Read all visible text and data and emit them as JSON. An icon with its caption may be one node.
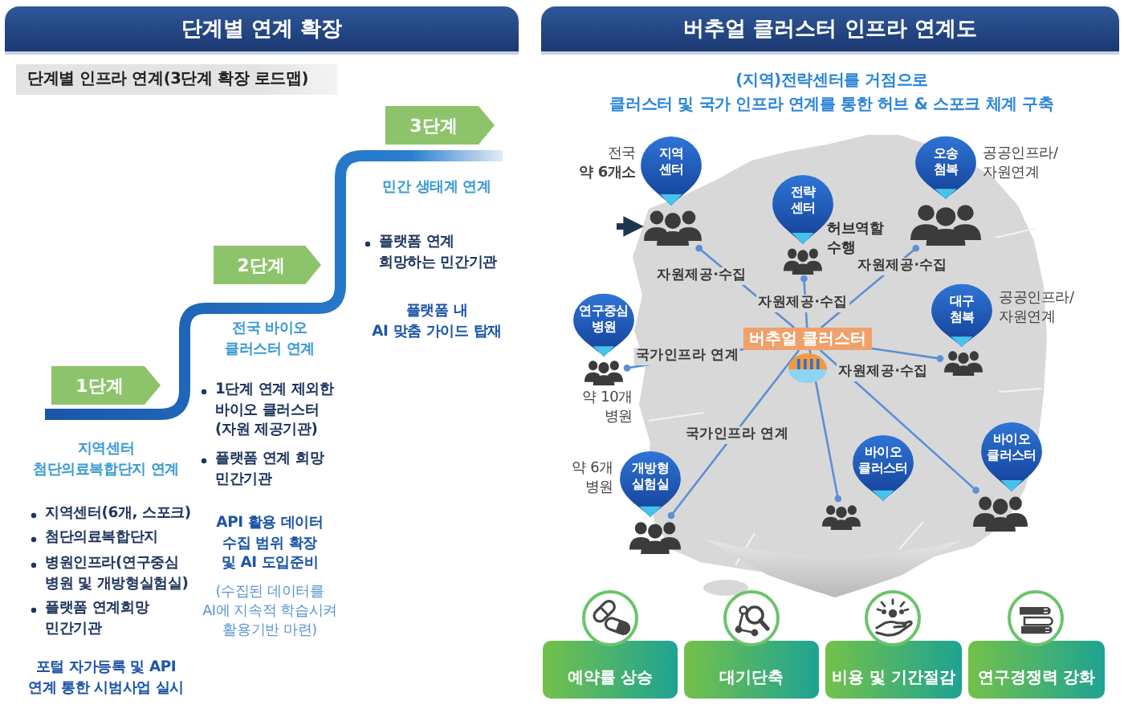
{
  "diagram": {
    "nodes": [
      {
        "text": [
          "단계별 연계 확장"
        ]
      },
      {
        "text": [
          "단계별 인프라 연계(3단계 확장 로드맵)"
        ]
      },
      {
        "text": [
          "1단계"
        ]
      },
      {
        "text": [
          "2단계"
        ]
      },
      {
        "text": [
          "3단계"
        ]
      },
      {
        "text": [
          "버추얼 클러스터 인프라 연계도"
        ]
      },
      {
        "text": [
          "지역 센터"
        ],
        "beside": [
          "전국 **약 6개소**"
        ]
      },
      {
        "text": [],
        "shape": "person"
      },
      {
        "text": [
          "전략 센터"
        ],
        "beside": [
          "허브역할 수행"
        ]
      },
      {
        "text": [],
        "shape": "person"
      },
      {
        "text": [
          "오송 첨복"
        ],
        "beside": [
          "공공인프라/ 자원연계"
        ]
      },
      {
        "text": [],
        "shape": "person"
      },
      {
        "text": [
          "연구중심 병원"
        ]
      },
      {
        "text": [],
        "shape": "person",
        "beside": [
          "약 10개 병원"
        ]
      },
      {
        "text": [
          "버추얼 클러스터"
        ]
      },
      {
        "text": [
          "대구 첨복"
        ],
        "beside": [
          "공공인프라/ 자원연계"
        ]
      },
      {
        "text": [],
        "shape": "person"
      },
      {
        "text": [
          "개방형 실험실"
        ],
        "beside": [
          "약 6개 병원"
        ]
      },
      {
        "text": [],
        "shape": "person"
      },
      {
        "text": [
          "바이오 클러스터"
        ]
      },
      {
        "text": [],
        "shape": "person"
      },
      {
        "text": [
          "바이오 클러스터"
        ]
      },
      {
        "text": [],
        "shape": "person"
      },
      {
        "text": [
          "예약률 상승"
        ]
      },
      {
        "text": [
          "대기단축"
        ]
      },
      {
        "text": [
          "비용 및 기간절감"
        ]
      },
      {
        "text": [
          "연구경쟁력 강화"
        ]
      }
    ],
    "edges": [
      {
        "from": 14,
        "to": 7,
        "arrow": "other",
        "label": "자원제공·수집"
      },
      {
        "from": 14,
        "to": 9,
        "arrow": "other",
        "label": "자원제공·수집"
      },
      {
        "from": 14,
        "to": 11,
        "arrow": "other",
        "label": "자원제공·수집"
      },
      {
        "from": 14,
        "to": 13,
        "arrow": "other",
        "label": "국가인프라 연계"
      },
      {
        "from": 14,
        "to": 16,
        "arrow": "other"
      },
      {
        "from": 14,
        "to": 18,
        "arrow": "other",
        "label": "국가인프라 연계"
      },
      {
        "from": 14,
        "to": 20,
        "arrow": "other"
      },
      {
        "from": 14,
        "to": 22,
        "arrow": "other",
        "label": "자원제공·수집"
      },
      {
        "from": null,
        "to": 7,
        "arrow": "to",
        "style": "thick",
        "color": "#1e3550"
      }
    ],
    "labels": [
      "지역센터 첨단의료복합단지 연계",
      "지역센터(6개, 스포크)",
      "첨단의료복합단지",
      "병원인프라(연구중심 병원 및 개방형실험실)",
      "플랫폼 연계희망 민간기관",
      "포털 자가등록 및 API 연계 통한 시범사업 실시",
      "전국 바이오 클러스터 연계",
      "1단계 연계 제외한 바이오 클러스터 (자원 제공기관)",
      "플랫폼 연계 희망 민간기관",
      "API 활용 데이터 수집 범위 확장 및 AI 도입준비",
      "(수집된 데이터를 AI에 지속적 학습시켜 활용기반 마련)",
      "민간 생태계 연계",
      "플랫폼 연계 희망하는 민간기관",
      "플랫폼 내 AI 맞춤 가이드 탑재",
      "(지역)전략센터를 거점으로 클러스터 및 국가 인프라 연계를 통한 허브 & 스포크 체계 구축"
    ]
  }
}
